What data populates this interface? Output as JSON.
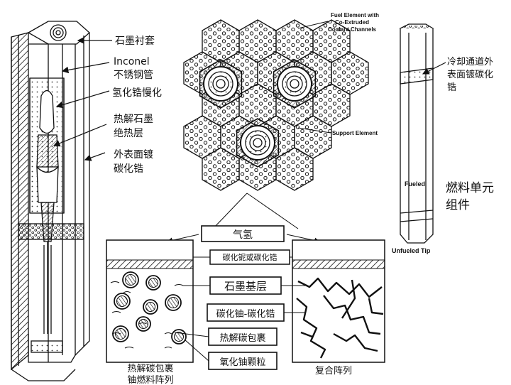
{
  "labels": {
    "graphite_sleeve": "石墨衬套",
    "inconel": "Inconel",
    "stainless_tube": "不锈钢管",
    "zrh_moderator": "氢化锆慢化",
    "pyrolytic_graphite_1": "热解石墨",
    "pyrolytic_graphite_2": "绝热层",
    "outer_coating_1": "外表面镀",
    "outer_coating_2": "碳化锆",
    "fuel_element_title_1": "Fuel Element with",
    "fuel_element_title_2": "Co-Extruded",
    "fuel_element_title_3": "Coolant Channels",
    "support_element": "Support Element",
    "coolant_coating_1": "冷却通道外",
    "coolant_coating_2": "表面镀碳化",
    "coolant_coating_3": "锆",
    "fueled": "Fueled",
    "fuel_assembly_1": "燃料单元",
    "fuel_assembly_2": "组件",
    "unfueled_tip": "Unfueled Tip",
    "hydrogen": "气氢",
    "nbc_zrc": "碳化铌或碳化锆",
    "graphite_matrix": "石墨基层",
    "uc_zrc": "碳化铀-碳化锆",
    "pyro_coating": "热解碳包裹",
    "uo2_particle": "氧化铀颗粒",
    "coated_array_1": "热解碳包裹",
    "coated_array_2": "铀燃料阵列",
    "composite_array": "复合阵列"
  },
  "colors": {
    "ink": "#111111",
    "background": "#ffffff"
  }
}
